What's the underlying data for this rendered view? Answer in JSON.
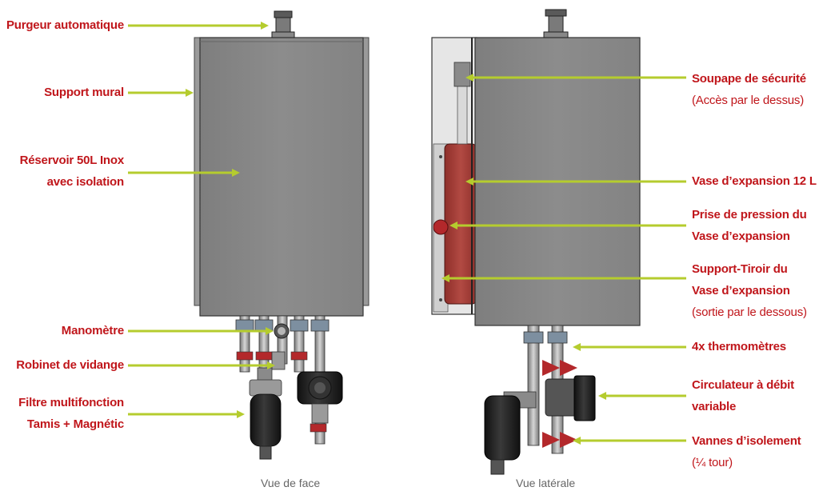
{
  "colors": {
    "label": "#c0161b",
    "arrow": "#b5cc2e",
    "steel": "#8a8a8a",
    "vessel": "#a33a35"
  },
  "labels": {
    "purgeur": "Purgeur automatique",
    "support_mural": "Support mural",
    "reservoir": [
      "Réservoir 50L Inox",
      "avec isolation"
    ],
    "manometre": "Manomètre",
    "robinet": "Robinet de vidange",
    "filtre": [
      "Filtre multifonction",
      "Tamis + Magnétic"
    ],
    "soupape": "Soupape de sécurité",
    "soupape_note": "(Accès par le dessus)",
    "vase": "Vase d’expansion 12 L",
    "prise": [
      "Prise de pression du",
      "Vase d’expansion"
    ],
    "support_tiroir": [
      "Support-Tiroir du",
      "Vase d’expansion"
    ],
    "support_tiroir_note": "(sortie par le dessous)",
    "thermometres": "4x thermomètres",
    "circulateur": [
      "Circulateur à débit",
      "variable"
    ],
    "vannes": "Vannes d’isolement",
    "vannes_note": "(¼ tour)"
  },
  "captions": {
    "front": "Vue de face",
    "side": "Vue latérale"
  },
  "icons": [
    "arrow-icon",
    "air-vent-icon",
    "pump-icon",
    "valve-handle-icon",
    "pressure-gauge-icon"
  ]
}
